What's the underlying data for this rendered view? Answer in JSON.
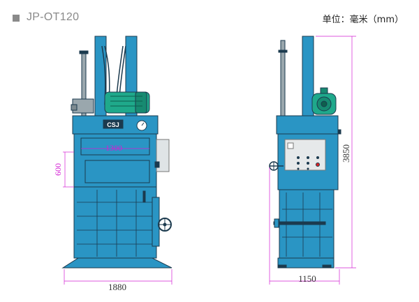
{
  "header": {
    "model": "JP-OT120",
    "unit_label": "单位：毫米（mm）"
  },
  "front_view": {
    "brand_plate": "CSJ",
    "chamber_width_label": "1300",
    "chamber_height_label": "600",
    "overall_width_label": "1880"
  },
  "side_view": {
    "overall_width_label": "1150",
    "overall_height_label": "3850"
  },
  "colors": {
    "machine_body": "#2a95c4",
    "outline": "#1b3a4e",
    "dimension_magenta": "#d31fd3",
    "motor_green": "#1fa98b"
  }
}
